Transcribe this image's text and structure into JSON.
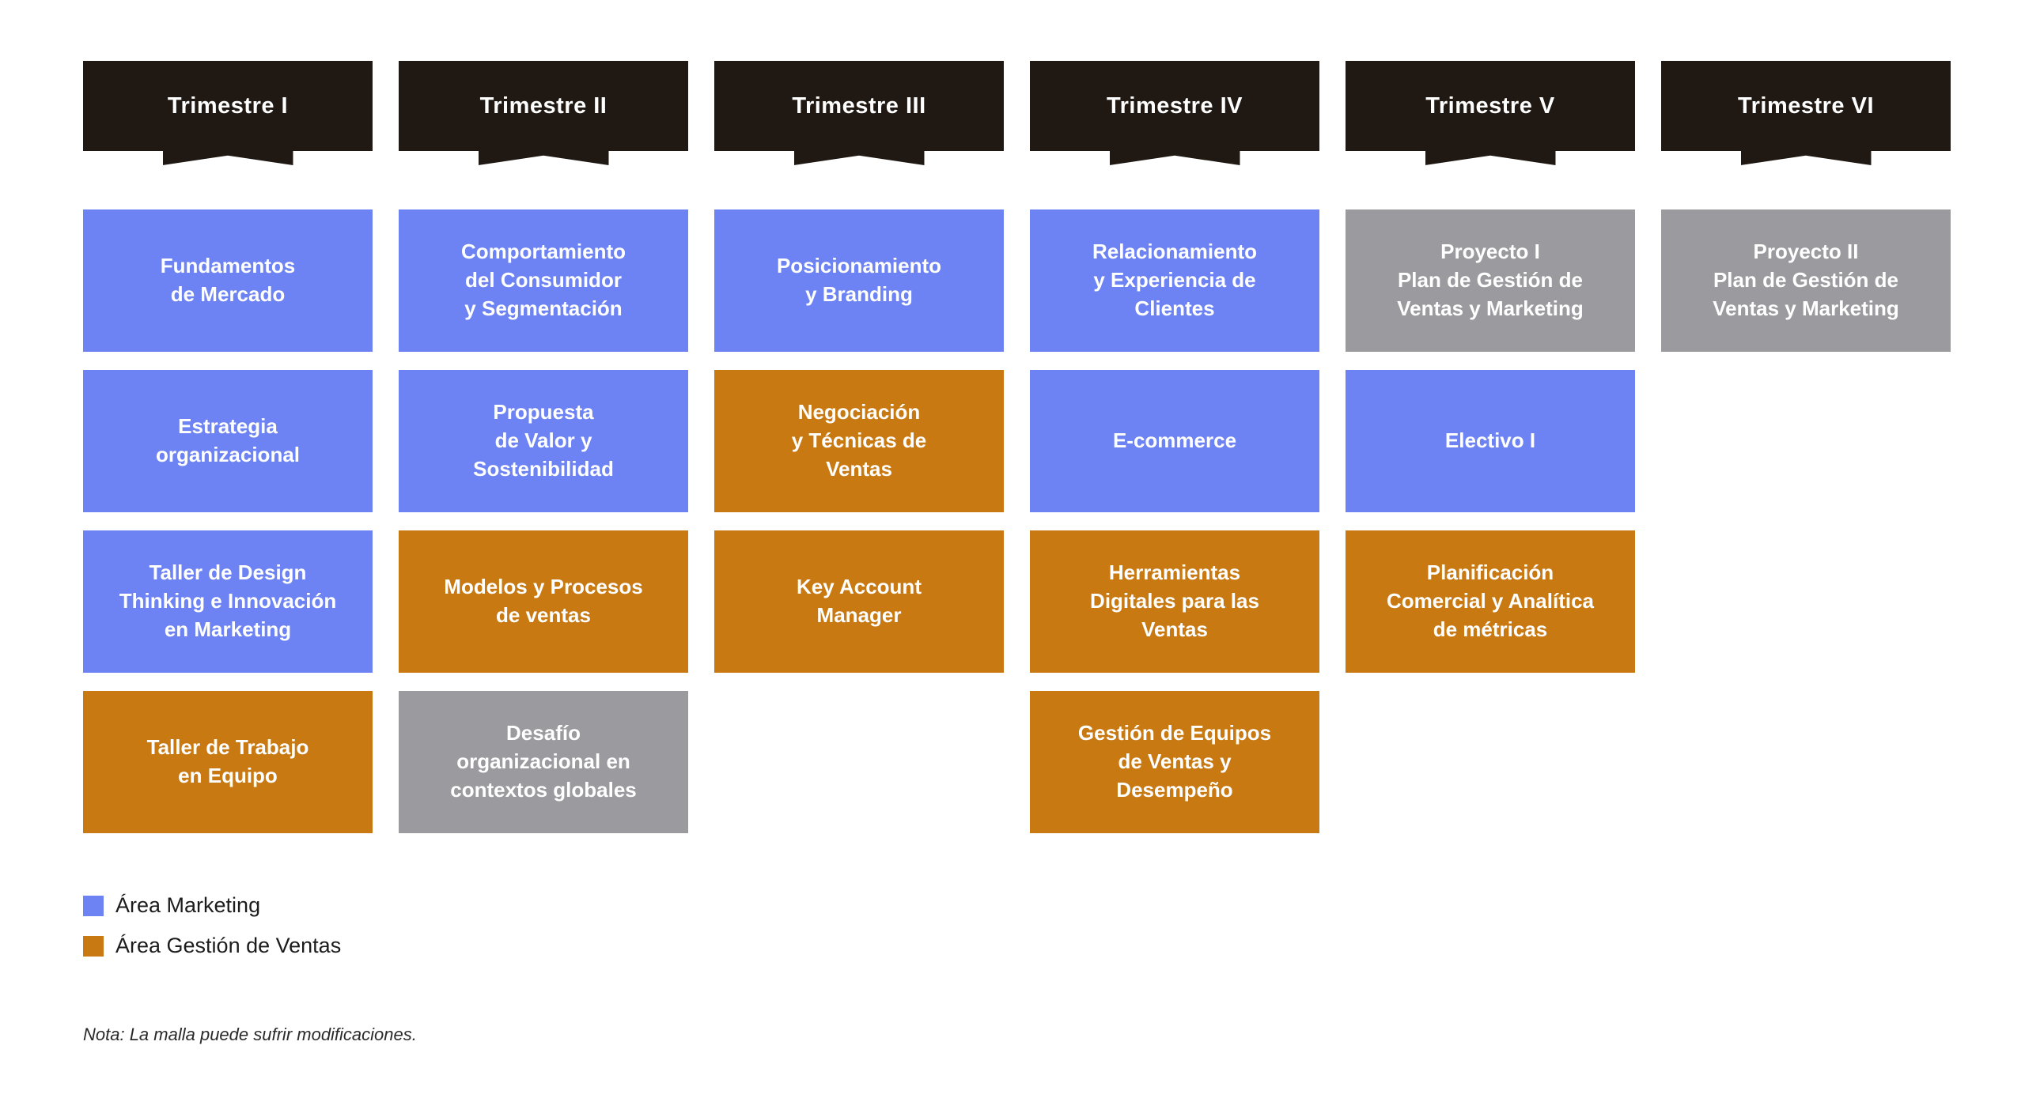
{
  "colors": {
    "header_bg": "#201913",
    "marketing": "#6D83F3",
    "ventas": "#C87911",
    "gris": "#9B9A9F",
    "card_text": "#ffffff"
  },
  "columns": [
    {
      "title": "Trimestre I",
      "courses": [
        {
          "name": "Fundamentos\nde Mercado",
          "area": "marketing"
        },
        {
          "name": "Estrategia\norganizacional",
          "area": "marketing"
        },
        {
          "name": "Taller de Design\nThinking e Innovación\nen Marketing",
          "area": "marketing"
        },
        {
          "name": "Taller de Trabajo\nen Equipo",
          "area": "ventas"
        }
      ]
    },
    {
      "title": "Trimestre II",
      "courses": [
        {
          "name": "Comportamiento\ndel Consumidor\ny Segmentación",
          "area": "marketing"
        },
        {
          "name": "Propuesta\nde Valor y\nSostenibilidad",
          "area": "marketing"
        },
        {
          "name": "Modelos y Procesos\nde ventas",
          "area": "ventas"
        },
        {
          "name": "Desafío\norganizacional en\ncontextos globales",
          "area": "gris"
        }
      ]
    },
    {
      "title": "Trimestre III",
      "courses": [
        {
          "name": "Posicionamiento\ny Branding",
          "area": "marketing"
        },
        {
          "name": "Negociación\ny Técnicas de\nVentas",
          "area": "ventas"
        },
        {
          "name": "Key Account\nManager",
          "area": "ventas"
        }
      ]
    },
    {
      "title": "Trimestre IV",
      "courses": [
        {
          "name": "Relacionamiento\ny Experiencia de\nClientes",
          "area": "marketing"
        },
        {
          "name": "E-commerce",
          "area": "marketing"
        },
        {
          "name": "Herramientas\nDigitales para las\nVentas",
          "area": "ventas"
        },
        {
          "name": "Gestión de Equipos\nde Ventas y\nDesempeño",
          "area": "ventas"
        }
      ]
    },
    {
      "title": "Trimestre V",
      "courses": [
        {
          "name": "Proyecto I\nPlan de Gestión de\nVentas y Marketing",
          "area": "gris"
        },
        {
          "name": "Electivo I",
          "area": "marketing"
        },
        {
          "name": "Planificación\nComercial y Analítica\nde métricas",
          "area": "ventas"
        }
      ]
    },
    {
      "title": "Trimestre VI",
      "courses": [
        {
          "name": "Proyecto II\nPlan de Gestión de\nVentas y Marketing",
          "area": "gris"
        }
      ]
    }
  ],
  "legend": [
    {
      "label": "Área Marketing",
      "area": "marketing"
    },
    {
      "label": "Área Gestión de Ventas",
      "area": "ventas"
    }
  ],
  "note": "Nota: La malla puede sufrir modificaciones."
}
